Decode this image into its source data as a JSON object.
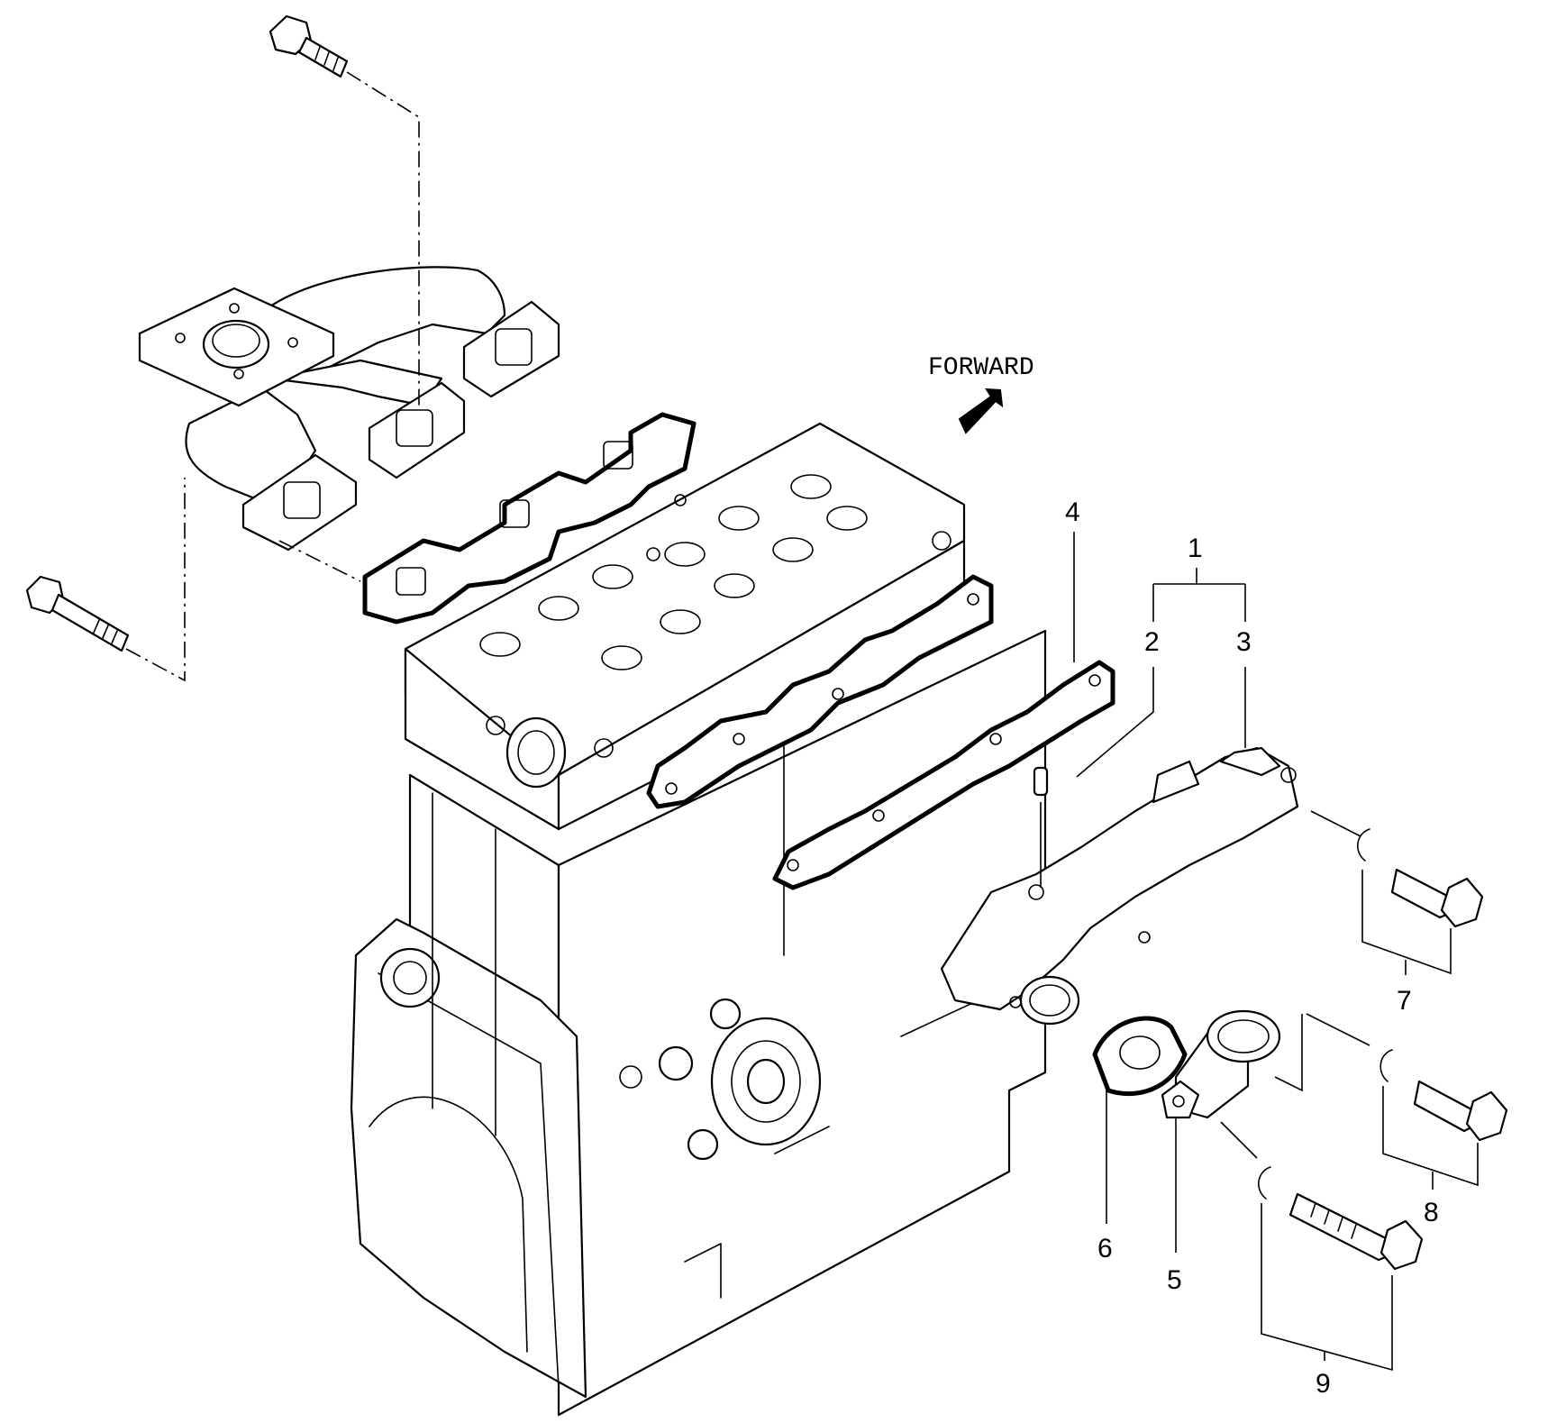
{
  "diagram": {
    "direction_label": "FORWARD",
    "callouts": [
      {
        "id": "callout-1",
        "text": "1"
      },
      {
        "id": "callout-2",
        "text": "2"
      },
      {
        "id": "callout-3",
        "text": "3"
      },
      {
        "id": "callout-4",
        "text": "4"
      },
      {
        "id": "callout-5",
        "text": "5"
      },
      {
        "id": "callout-6",
        "text": "6"
      },
      {
        "id": "callout-7",
        "text": "7"
      },
      {
        "id": "callout-8",
        "text": "8"
      },
      {
        "id": "callout-9",
        "text": "9"
      }
    ]
  }
}
